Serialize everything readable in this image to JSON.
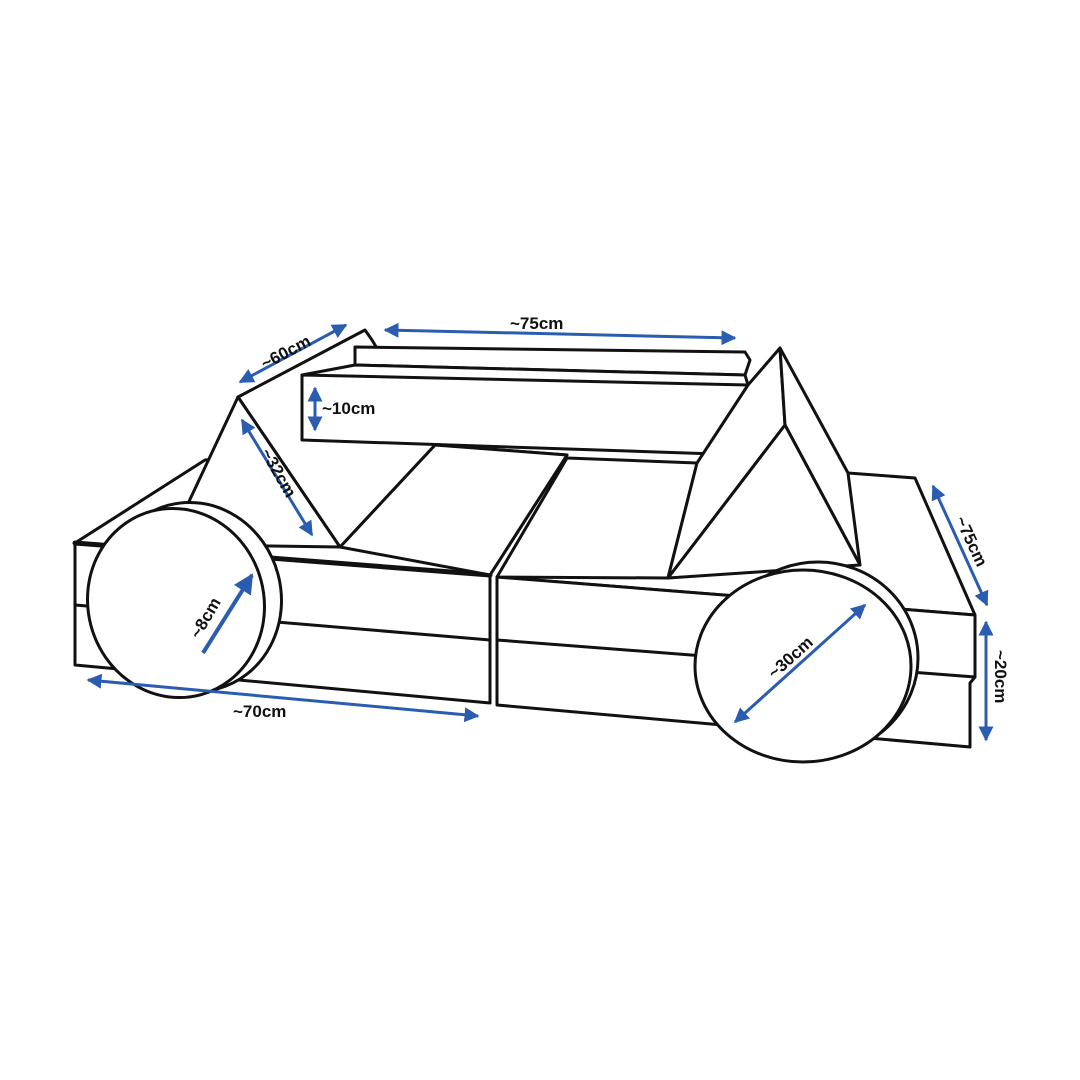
{
  "diagram": {
    "accent_color": "#2a5db0",
    "dimensions": {
      "wedge_length": "~60cm",
      "backrest_length": "~75cm",
      "backrest_height": "~10cm",
      "wedge_height": "~32cm",
      "wheel_thickness": "~8cm",
      "base_length": "~70cm",
      "wheel_diameter": "~30cm",
      "base_depth": "~75cm",
      "base_height": "~20cm"
    }
  }
}
